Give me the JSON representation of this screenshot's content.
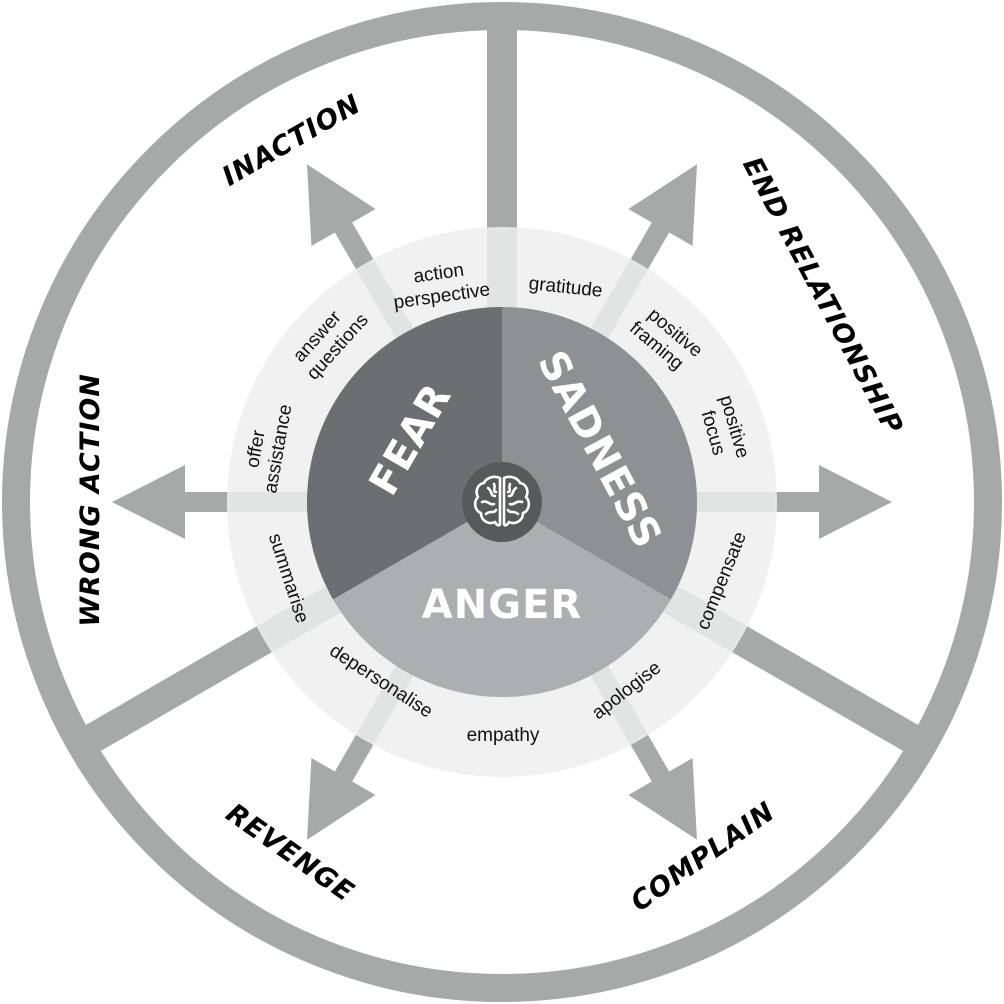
{
  "diagram": {
    "title": "Emotions wheel",
    "colors": {
      "ring": "#a7a9a9",
      "arrow": "#a7a9a9",
      "technique_band": "#eeefee",
      "band_overlap": "#e2e3e3",
      "fear": "#6d6e71",
      "sadness": "#8e9094",
      "anger": "#adaeb1",
      "hub": "#58595b",
      "outcome_text": "#000000",
      "emotion_text": "#ffffff"
    },
    "hub": {
      "icon": "brain-icon"
    },
    "emotions": [
      {
        "id": "fear",
        "label": "FEAR"
      },
      {
        "id": "sadness",
        "label": "SADNESS"
      },
      {
        "id": "anger",
        "label": "ANGER"
      }
    ],
    "outcomes": [
      {
        "id": "inaction",
        "label": "INACTION",
        "emotion": "fear"
      },
      {
        "id": "end-relationship",
        "label": "END RELATIONSHIP",
        "emotion": "sadness"
      },
      {
        "id": "wrong-action",
        "label": "WRONG ACTION",
        "emotion": "fear"
      },
      {
        "id": "revenge",
        "label": "REVENGE",
        "emotion": "anger"
      },
      {
        "id": "complain",
        "label": "COMPLAIN",
        "emotion": "anger"
      }
    ],
    "techniques": [
      {
        "lines": [
          "action",
          "perspective"
        ]
      },
      {
        "lines": [
          "gratitude"
        ]
      },
      {
        "lines": [
          "positive",
          "framing"
        ]
      },
      {
        "lines": [
          "positive",
          "focus"
        ]
      },
      {
        "lines": [
          "compensate"
        ]
      },
      {
        "lines": [
          "apologise"
        ]
      },
      {
        "lines": [
          "empathy"
        ]
      },
      {
        "lines": [
          "depersonalise"
        ]
      },
      {
        "lines": [
          "summarise"
        ]
      },
      {
        "lines": [
          "offer",
          "assistance"
        ]
      },
      {
        "lines": [
          "answer",
          "questions"
        ]
      }
    ]
  }
}
